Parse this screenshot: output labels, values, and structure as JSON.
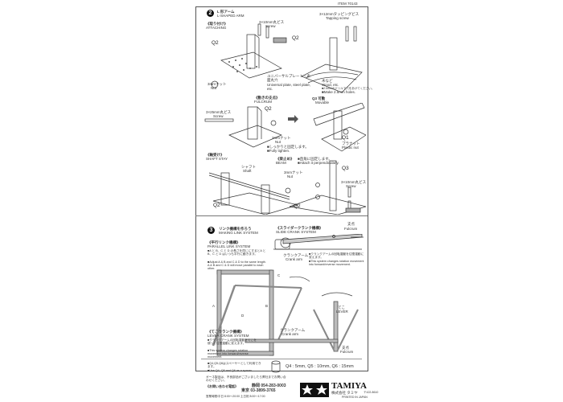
{
  "item_number": "ITEM 70143",
  "step2": {
    "number": "2",
    "title_jp": "L 形アーム",
    "title_en": "L-SHAPED ARM",
    "attaching": {
      "heading_jp": "《取り付け》",
      "heading_en": "ATTACHING",
      "screw_label_jp": "3×10mm丸ビス",
      "screw_label_en": "Screw",
      "part": "Q2",
      "plate_jp": "ユニバーサルプレート・表面丸穴",
      "plate_en": "Universal plate, steel plate, etc.",
      "nut_jp": "3mmナット",
      "nut_en": "Nut"
    },
    "attaching_wood": {
      "screw_label_jp": "3×12mmタッピングビス",
      "screw_label_en": "Tapping screw",
      "part": "Q2",
      "wood_jp": "木など",
      "wood_en": "Wood, etc.",
      "note_jp": "■2.5mmのドリルで穴をあけてください。",
      "note_en": "■Make 2.5mm holes."
    },
    "fulcrum": {
      "heading_jp": "《動きの支点》",
      "heading_en": "FULCRUM",
      "screw_label_jp": "3×25mm丸ビス",
      "screw_label_en": "Screw",
      "part": "Q2",
      "nut_jp": "3mmナット",
      "nut_en": "Nut",
      "note_jp": "■しっかりと固定します。",
      "note_en": "■Fully tighten.",
      "q3_label": "Q3 可動",
      "q3_en": "Movable",
      "q1_part": "Q1",
      "q1_jp": "プラナット",
      "q1_en": "Plastic nut"
    },
    "shaft_stay": {
      "heading_jp": "《軸受け》",
      "heading_en": "SHAFT STAY",
      "shaft_jp": "シャフト",
      "shaft_en": "Shaft",
      "part": "Q2"
    },
    "beam": {
      "heading_jp": "《梁止め》",
      "heading_en": "BEAM",
      "note_jp": "■直角に固定します。",
      "note_en": "■Attach it perpendicularly.",
      "nut_jp": "3mmナット",
      "nut_en": "Nut",
      "part_q3": "Q3",
      "part_q2": "Q2",
      "screw_jp": "3×10mm丸ビス",
      "screw_en": "Screw"
    }
  },
  "step3": {
    "number": "3",
    "title_jp": "リンク機構を作ろう",
    "title_en": "MAKING LINK SYSTEM",
    "parallel": {
      "heading_jp": "《平行リンク機構》",
      "heading_en": "PARALLEL LINK SYSTEM",
      "text_jp": "■A と B、C と D の長さを同じにするとA と B、C と D はいつも平行に動きます。",
      "text_en": "■Adjust A & B and C & D to the same length. A & B and C & D will move parallel to each other.",
      "labels": [
        "A",
        "B",
        "C",
        "D"
      ]
    },
    "slide": {
      "heading_jp": "《スライダークランク機構》",
      "heading_en": "SLIDE CRANK SYSTEM",
      "fulcrum_jp": "支点",
      "fulcrum_en": "Fulcrum",
      "crank_jp": "クランクアーム",
      "crank_en": "Crank arm",
      "note_jp": "■クランクアームの回転運動を往復運動に変えます。",
      "note_en": "■This system changes rotation movement into forward/reverse movement."
    },
    "lever": {
      "heading_jp": "《てこクランク機構》",
      "heading_en": "LEVER CRANK SYSTEM",
      "lever_jp": "てこ",
      "lever_en": "LEVER",
      "crank_jp": "クランクアーム",
      "crank_en": "Crank arm",
      "fulcrum_jp": "支点",
      "fulcrum_en": "Fulcrum",
      "note_jp": "■クランクアームの回転運動をてこを使って往復運動に変えます。",
      "note_en": "■This system changes rotation movement into forward/reverse movement."
    },
    "spacer": {
      "note_jp": "■Q4,Q5,Q6はスペーサーとして利用できます。",
      "note_en": "■Use Q4, Q5 and Q6 as a spacer.",
      "sizes": "Q4 : 5mm, Q5 : 10mm, Q6 : 15mm"
    }
  },
  "footer": {
    "notice_jp": "ガーネ製品は、不良部品がございましたら弊社までお問い合わせください。",
    "contact_heading": "《お問い合わせ電話》",
    "phone_main": "静岡 054-283-0003",
    "phone_tokyo": "東京 03-3899-3765",
    "hours": "営業時間/平日 8:00〜20:00 土日祝 8:00〜17:00",
    "brand": "TAMIYA",
    "company_jp": "株式会社 タミヤ",
    "address": "〒422-8610",
    "printed": "PRINTED IN JAPAN"
  }
}
